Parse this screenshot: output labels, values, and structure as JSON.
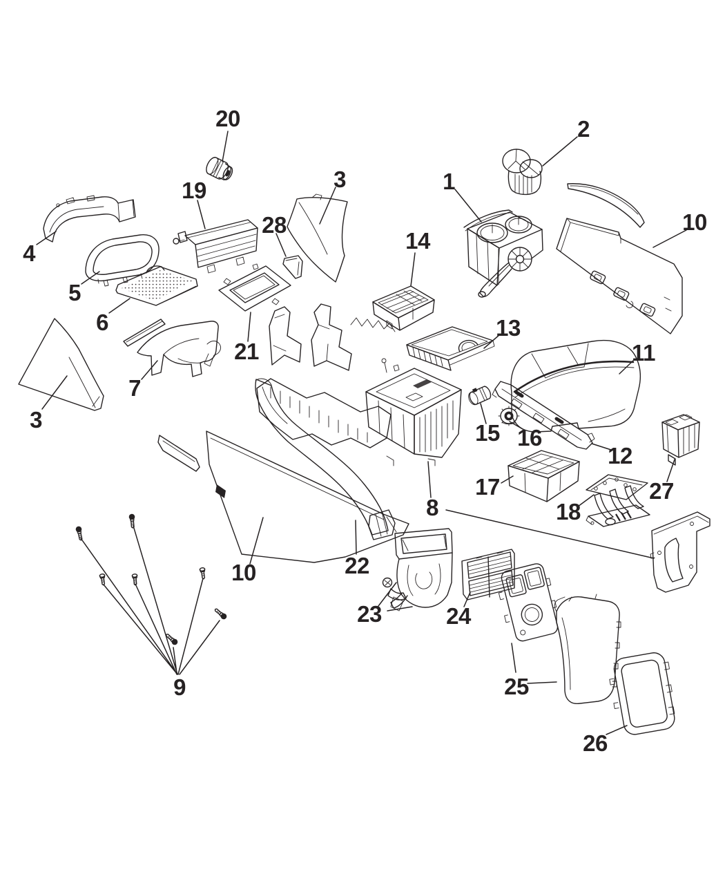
{
  "diagram": {
    "figure_type": "exploded-parts-diagram",
    "background_color": "#ffffff",
    "ink_color": "#262223",
    "callouts": [
      {
        "label": "1"
      },
      {
        "label": "2"
      },
      {
        "label": "3"
      },
      {
        "label": "3"
      },
      {
        "label": "4"
      },
      {
        "label": "5"
      },
      {
        "label": "6"
      },
      {
        "label": "7"
      },
      {
        "label": "8"
      },
      {
        "label": "9"
      },
      {
        "label": "10"
      },
      {
        "label": "10"
      },
      {
        "label": "11"
      },
      {
        "label": "12"
      },
      {
        "label": "13"
      },
      {
        "label": "14"
      },
      {
        "label": "15"
      },
      {
        "label": "16"
      },
      {
        "label": "17"
      },
      {
        "label": "18"
      },
      {
        "label": "19"
      },
      {
        "label": "20"
      },
      {
        "label": "21"
      },
      {
        "label": "22"
      },
      {
        "label": "23"
      },
      {
        "label": "24"
      },
      {
        "label": "25"
      },
      {
        "label": "26"
      },
      {
        "label": "27"
      },
      {
        "label": "28"
      }
    ]
  }
}
